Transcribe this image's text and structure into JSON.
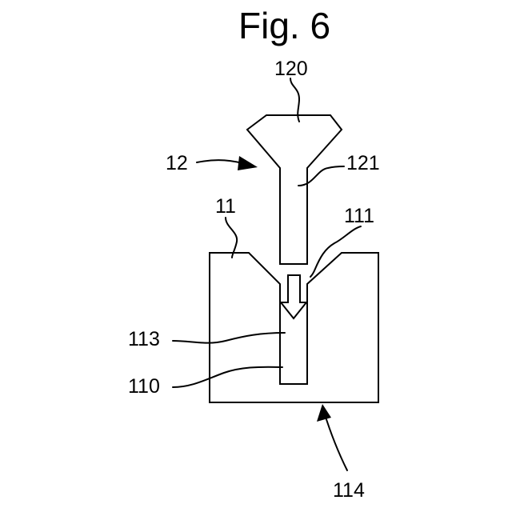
{
  "figure": {
    "title": "Fig. 6",
    "labels": {
      "l120": "120",
      "l12": "12",
      "l121": "121",
      "l11": "11",
      "l111": "111",
      "l113": "113",
      "l110": "110",
      "l114": "114"
    }
  }
}
